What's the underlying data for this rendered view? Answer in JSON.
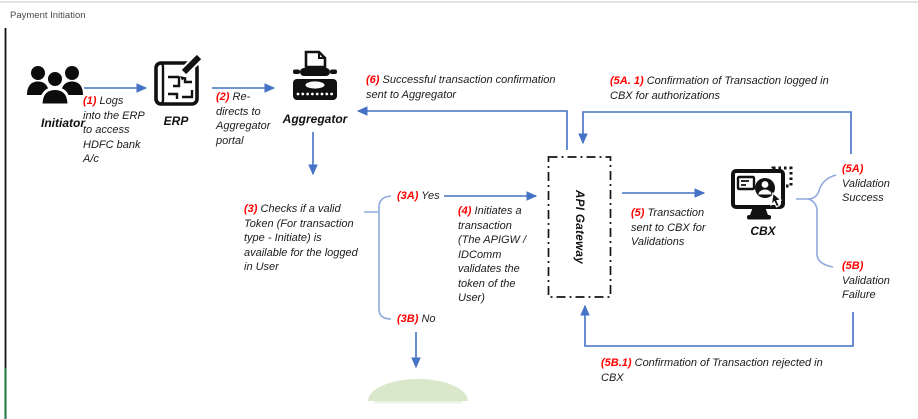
{
  "page": {
    "title": "Payment Initiation"
  },
  "nodes": {
    "initiator": {
      "label": "Initiator",
      "icon": "people-group-icon"
    },
    "erp": {
      "label": "ERP",
      "icon": "blueprint-pencil-icon"
    },
    "aggregator": {
      "label": "Aggregator",
      "icon": "typewriter-icon"
    },
    "api_gateway": {
      "label": "API Gateway"
    },
    "cbx": {
      "label": "CBX",
      "icon": "monitor-user-cursor-icon"
    }
  },
  "annotations": {
    "step1": {
      "num": "(1)",
      "text": "Logs\ninto the ERP\nto access\nHDFC bank\nA/c"
    },
    "step2": {
      "num": "(2)",
      "text": "Re-\ndirects to\nAggregator\nportal"
    },
    "step3": {
      "num": "(3)",
      "text": "Checks if a valid\nToken (For transaction\ntype - Initiate)  is\navailable for the logged\nin User"
    },
    "step3a": {
      "num": "(3A)",
      "text": "Yes"
    },
    "step3b": {
      "num": "(3B)",
      "text": "No"
    },
    "step4": {
      "num": "(4)",
      "text": "Initiates a\ntransaction\n(The APIGW /\nIDComm\nvalidates the\ntoken of the\nUser)"
    },
    "step5": {
      "num": "(5)",
      "text": "Transaction\nsent to CBX for\nValidations"
    },
    "step5a": {
      "num": "(5A)",
      "text": "Validation\nSuccess"
    },
    "step5b": {
      "num": "(5B)",
      "text": "Validation\nFailure"
    },
    "step5a1": {
      "num": "(5A. 1)",
      "text": "Confirmation of Transaction logged in\nCBX for authorizations"
    },
    "step5b1": {
      "num": "(5B.1)",
      "text": "Confirmation of Transaction rejected in\nCBX"
    },
    "step6": {
      "num": "(6)",
      "text": "Successful transaction confirmation\nsent to Aggregator"
    }
  },
  "colors": {
    "arrow_blue": "#4472C4",
    "bracket_blue": "#8FAADC",
    "step_number_red": "#FF0000",
    "edge_green": "#2E7D4F",
    "dome_green": "#D9E8CB"
  }
}
